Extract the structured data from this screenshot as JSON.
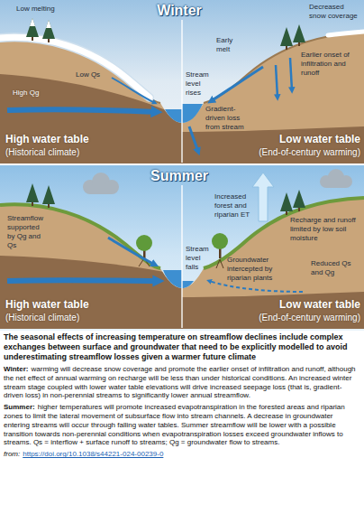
{
  "diagram": {
    "caption": "The seasonal effects of increasing temperature on streamflow declines include complex exchanges between surface and groundwater that need to be explicitly modelled to avoid underestimating streamflow losses given a warmer future climate",
    "labels": [
      "Winter",
      "Low melting",
      "Decreased snow coverage",
      "Early melt",
      "Earlier onset of infiltration and runoff",
      "Stream level rises",
      "Low Qs",
      "High Qg",
      "Gradient-driven loss from stream",
      "High water table",
      "(Historical climate)",
      "Low water table",
      "(End-of-century warming)",
      "Summer",
      "Increased forest and riparian ET",
      "Streamflow supported by Qg and Qs",
      "Stream level falls",
      "Recharge and runoff limited by low soil moisture",
      "Groundwater intercepted by riparian plants",
      "Reduced Qs and Qg",
      "High water table",
      "(Historical climate)",
      "Low water table",
      "(End-of-century warming)",
      "Winter:",
      "warming will decrease snow coverage and promote the earlier onset of infiltration and runoff, although the net effect of annual warming on recharge will be less than under historical conditions. An increased winter stream stage coupled with lower water table elevations will drive increased seepage loss (that is, gradient-driven loss) in non-perennial streams to significantly lower annual streamflow.",
      "Summer:",
      "higher temperatures will promote increased evapotranspiration in the forested areas and riparian zones to limit the lateral movement of subsurface flow into stream channels. A decrease in groundwater entering streams will occur through falling water tables. Summer streamflow will be lower with a possible transition towards non-perennial conditions when evapotranspiration losses exceed groundwater inflows to streams. Qs = interflow + surface runoff to streams; Qg = groundwater flow to streams.",
      "from:",
      "https://doi.org/10.1038/s44221-024-00239-0"
    ]
  }
}
